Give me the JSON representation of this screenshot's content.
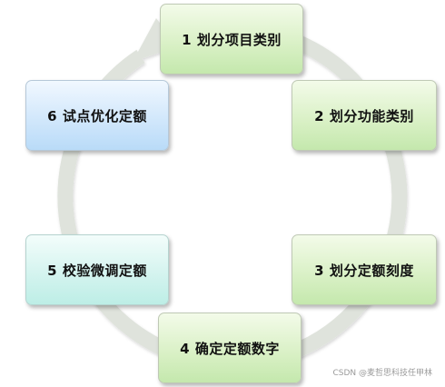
{
  "steps": [
    {
      "label": "1 划分项目类别"
    },
    {
      "label": "2 划分功能类别"
    },
    {
      "label": "3 划分定额刻度"
    },
    {
      "label": "4 确定定额数字"
    },
    {
      "label": "5 校验微调定额"
    },
    {
      "label": "6 试点优化定额"
    }
  ],
  "watermark": "CSDN @麦哲思科技任甲林",
  "colors": {
    "ring": "#dfe3dc",
    "green_box": "#d8f0c4",
    "blue_box": "#cfe6fb",
    "cyan_box": "#d2f3ee"
  }
}
